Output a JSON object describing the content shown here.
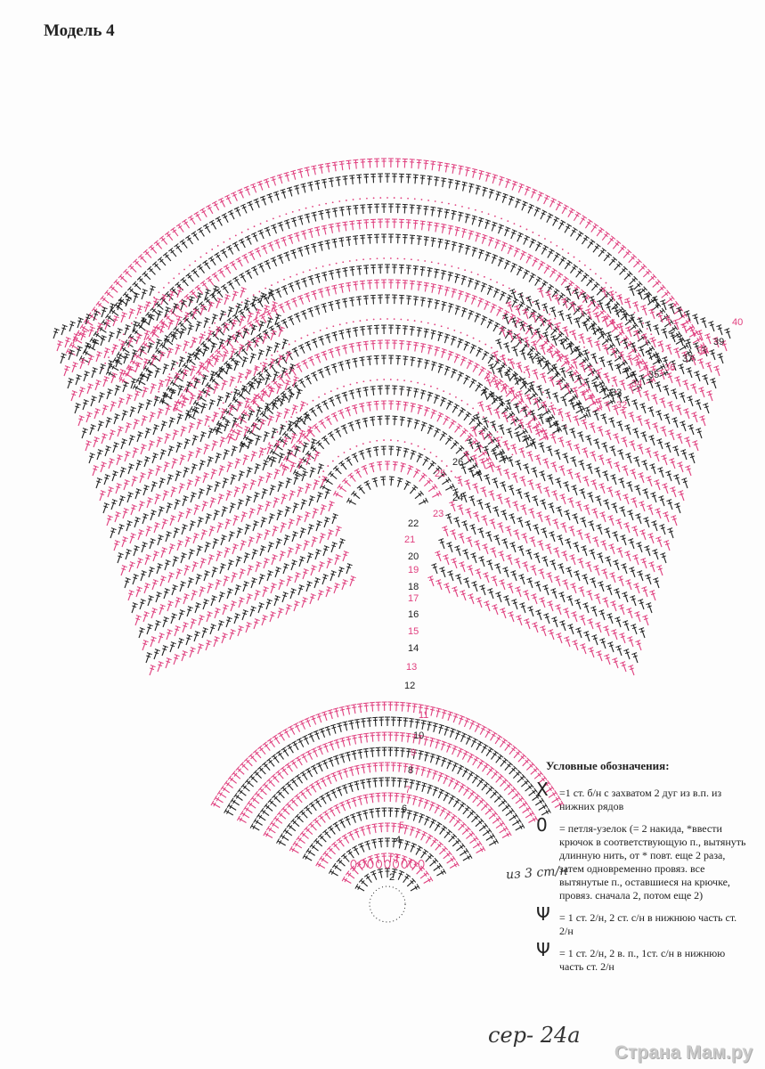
{
  "title": "Модель 4",
  "row_numbers": [
    "2",
    "3",
    "4",
    "5",
    "6",
    "7",
    "8",
    "9",
    "10",
    "11",
    "12",
    "13",
    "14",
    "15",
    "16",
    "17",
    "18",
    "19",
    "20",
    "21",
    "22",
    "23",
    "24",
    "25",
    "26",
    "32",
    "33",
    "34",
    "35",
    "36",
    "37",
    "38",
    "39",
    "40"
  ],
  "legend": {
    "title": "Условные обозначения:",
    "items": [
      {
        "symbol": "X",
        "text": "=1 ст. б/н с захватом 2 дуг из в.п. из нижних рядов"
      },
      {
        "symbol": "0",
        "text": "= петля-узелок (= 2 накида, *ввести крючок в соответствующую п., вытянуть длинную нить, от * повт. еще 2 раза, затем одновременно провяз. все вытянутые п., оставшиеся на крючке, провяз. сначала 2, потом еще 2)"
      },
      {
        "symbol": "Ψ",
        "text": "= 1 ст. 2/н, 2 ст. с/н в нижнюю часть ст. 2/н"
      },
      {
        "symbol": "Ψ",
        "text": "= 1 ст. 2/н, 2 в. п., 1ст. с/н в нижнюю часть ст. 2/н"
      }
    ]
  },
  "notes": {
    "side": "из 3 ст/н",
    "bottom": "сер- 24а"
  },
  "watermark": "Страна Мам.ру",
  "colors": {
    "pink": "#e0407f",
    "dark": "#222222"
  }
}
